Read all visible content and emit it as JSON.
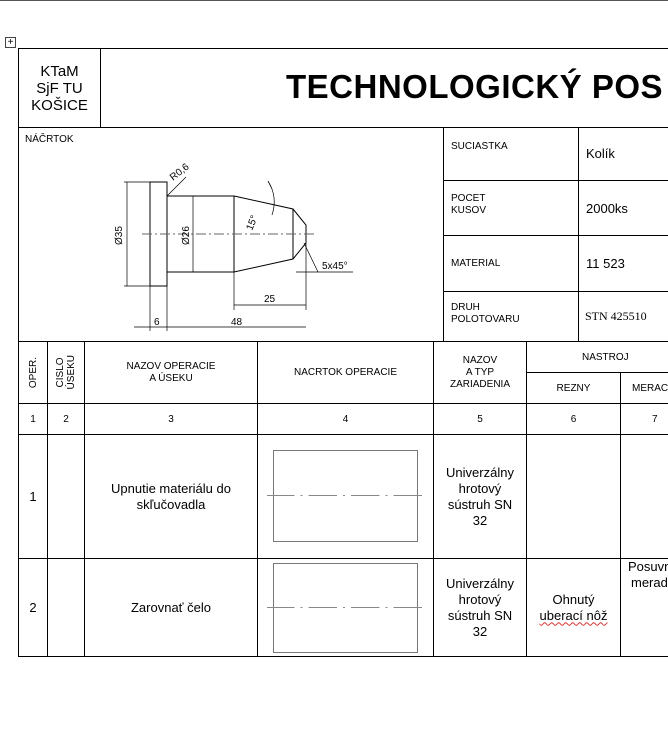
{
  "logo": {
    "line1": "KTaM",
    "line2": "SjF TU",
    "line3": "KOŠICE"
  },
  "title": "TECHNOLOGICKÝ POS",
  "sketch": {
    "label": "NÁČRTOK",
    "dims": {
      "r": "R0,6",
      "d35": "Ø35",
      "d26": "Ø26",
      "angle": "15°",
      "chamfer": "5x45°",
      "l25": "25",
      "l6": "6",
      "l48": "48"
    }
  },
  "info": [
    {
      "label1": "SUCIASTKA",
      "label2": "",
      "value": "Kolík"
    },
    {
      "label1": "POCET",
      "label2": "KUSOV",
      "value": "2000ks"
    },
    {
      "label1": "MATERIAL",
      "label2": "",
      "value": "11 523"
    },
    {
      "label1": "DRUH",
      "label2": "POLOTOVARU",
      "value": "STN 425510"
    }
  ],
  "headers": {
    "oper": "OPER.",
    "cislo1": "CISLO",
    "cislo2": "ÚSEKU",
    "nazov1": "NAZOV OPERACIE",
    "nazov2": "A ÚSEKU",
    "nacrtok": "NACRTOK OPERACIE",
    "zar1": "NAZOV",
    "zar2": "A TYP",
    "zar3": "ZARIADENIA",
    "nastroj": "NASTROJ",
    "rezny": "REZNY",
    "merac": "MERAC"
  },
  "col_numbers": [
    "1",
    "2",
    "3",
    "4",
    "5",
    "6",
    "7"
  ],
  "rows": [
    {
      "oper": "1",
      "nazov1": "Upnutie materiálu do",
      "nazov2": "skľučovadla",
      "zar": [
        "Univerzálny",
        "hrotový",
        "sústruh SN",
        "32"
      ],
      "rezny1": "",
      "rezny2": "",
      "merac1": "",
      "merac2": ""
    },
    {
      "oper": "2",
      "nazov1": "Zarovnať čelo",
      "nazov2": "",
      "zar": [
        "Univerzálny",
        "hrotový",
        "sústruh SN",
        "32"
      ],
      "rezny1": "Ohnutý",
      "rezny2": "uberací nôž",
      "merac1": "Posuvn",
      "merac2": "merad"
    }
  ]
}
